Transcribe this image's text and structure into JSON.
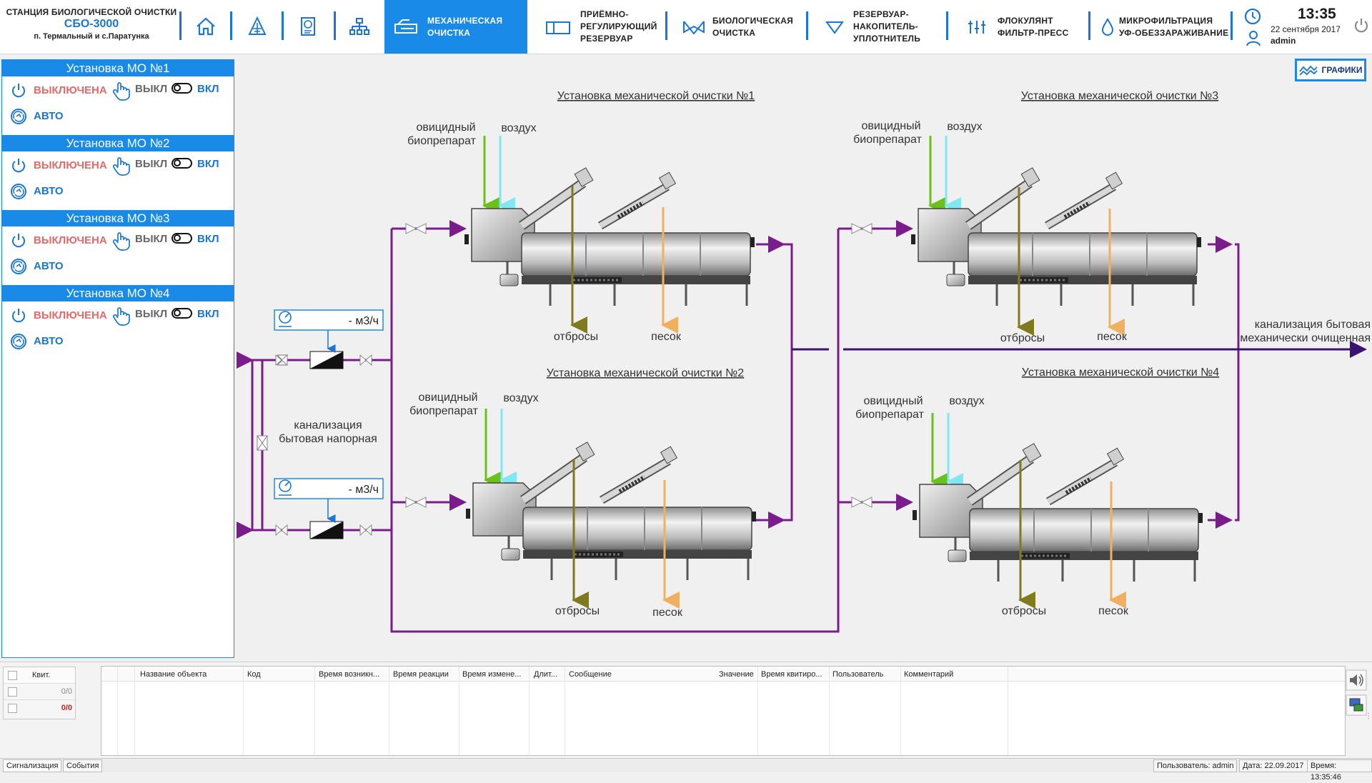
{
  "header": {
    "station_line1": "СТАНЦИЯ БИОЛОГИЧЕСКОЙ ОЧИСТКИ",
    "station_line2": "СБО-3000",
    "station_line3": "п. Термальный и с.Паратунка",
    "icons": [
      "home-icon",
      "buildings-icon",
      "document-icon",
      "hierarchy-icon"
    ],
    "nav": [
      {
        "label": "МЕХАНИЧЕСКАЯ\nОЧИСТКА",
        "active": true
      },
      {
        "label": "ПРИЁМНО-\nРЕГУЛИРУЮЩИЙ\nРЕЗЕРВУАР",
        "active": false
      },
      {
        "label": "БИОЛОГИЧЕСКАЯ\nОЧИСТКА",
        "active": false
      },
      {
        "label": "РЕЗЕРВУАР-\nНАКОПИТЕЛЬ-\nУПЛОТНИТЕЛЬ",
        "active": false
      },
      {
        "label": "ФЛОКУЛЯНТ\nФИЛЬТР-ПРЕСС",
        "active": false
      },
      {
        "label": "МИКРОФИЛЬТРАЦИЯ\nУФ-ОБЕЗЗАРАЖИВАНИЕ",
        "active": false
      }
    ],
    "time": "13:35",
    "date": "22 сентября 2017",
    "user": "admin"
  },
  "units": [
    {
      "title": "Установка МО №1",
      "status": "ВЫКЛЮЧЕНА",
      "off": "ВЫКЛ",
      "on": "ВКЛ",
      "mode": "АВТО"
    },
    {
      "title": "Установка МО №2",
      "status": "ВЫКЛЮЧЕНА",
      "off": "ВЫКЛ",
      "on": "ВКЛ",
      "mode": "АВТО"
    },
    {
      "title": "Установка МО №3",
      "status": "ВЫКЛЮЧЕНА",
      "off": "ВЫКЛ",
      "on": "ВКЛ",
      "mode": "АВТО"
    },
    {
      "title": "Установка МО №4",
      "status": "ВЫКЛЮЧЕНА",
      "off": "ВЫКЛ",
      "on": "ВКЛ",
      "mode": "АВТО"
    }
  ],
  "graphs_button": "ГРАФИКИ",
  "diagram": {
    "plant_titles": [
      "Установка механической очистки №1",
      "Установка механической очистки №2",
      "Установка механической очистки №3",
      "Установка механической очистки №4"
    ],
    "ovicid_line1": "овицидный",
    "ovicid_line2": "биопрепарат",
    "air": "воздух",
    "waste": "отбросы",
    "sand": "песок",
    "flow1": "- м3/ч",
    "flow2": "- м3/ч",
    "inlet_line1": "канализация",
    "inlet_line2": "бытовая напорная",
    "outlet_line1": "канализация бытовая",
    "outlet_line2": "механически очищенная",
    "colors": {
      "pipe": "#7b1c8c",
      "green": "#6ac11a",
      "cyan": "#7fe8f2",
      "olive": "#7f7a1c",
      "orange": "#f0b060",
      "navy": "#3a1470"
    }
  },
  "events": {
    "kvit_header": "Квит.",
    "kvit_row1": "0/0",
    "kvit_row2": "0/0",
    "columns": [
      "Название объекта",
      "Код",
      "Время возникн...",
      "Время реакции",
      "Время измене...",
      "Длит...",
      "Сообщение",
      "Значение",
      "Время квитиро...",
      "Пользователь",
      "Комментарий"
    ]
  },
  "footer": {
    "tab1": "Сигнализация",
    "tab2": "События",
    "user": "Пользователь: admin",
    "date": "Дата: 22.09.2017",
    "time": "Время: 13:35:46"
  }
}
